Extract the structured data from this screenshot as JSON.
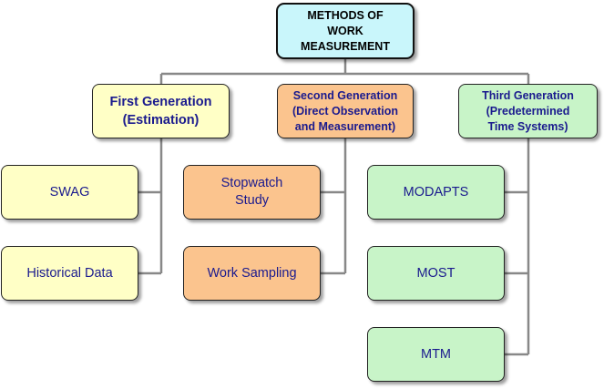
{
  "diagram": {
    "root": {
      "label": "METHODS OF\nWORK\nMEASUREMENT"
    },
    "generations": [
      {
        "label": "First Generation\n(Estimation)",
        "color": "#ffffc6",
        "children": [
          "SWAG",
          "Historical Data"
        ]
      },
      {
        "label": "Second Generation\n(Direct Observation\nand Measurement)",
        "color": "#fbc48e",
        "children": [
          "Stopwatch\nStudy",
          "Work Sampling"
        ]
      },
      {
        "label": "Third Generation\n(Predetermined\nTime Systems)",
        "color": "#c8f4c8",
        "children": [
          "MODAPTS",
          "MOST",
          "MTM"
        ]
      }
    ],
    "colors": {
      "root": "#c9f6fb",
      "text": "#1a1a8e",
      "line": "#888888"
    }
  }
}
